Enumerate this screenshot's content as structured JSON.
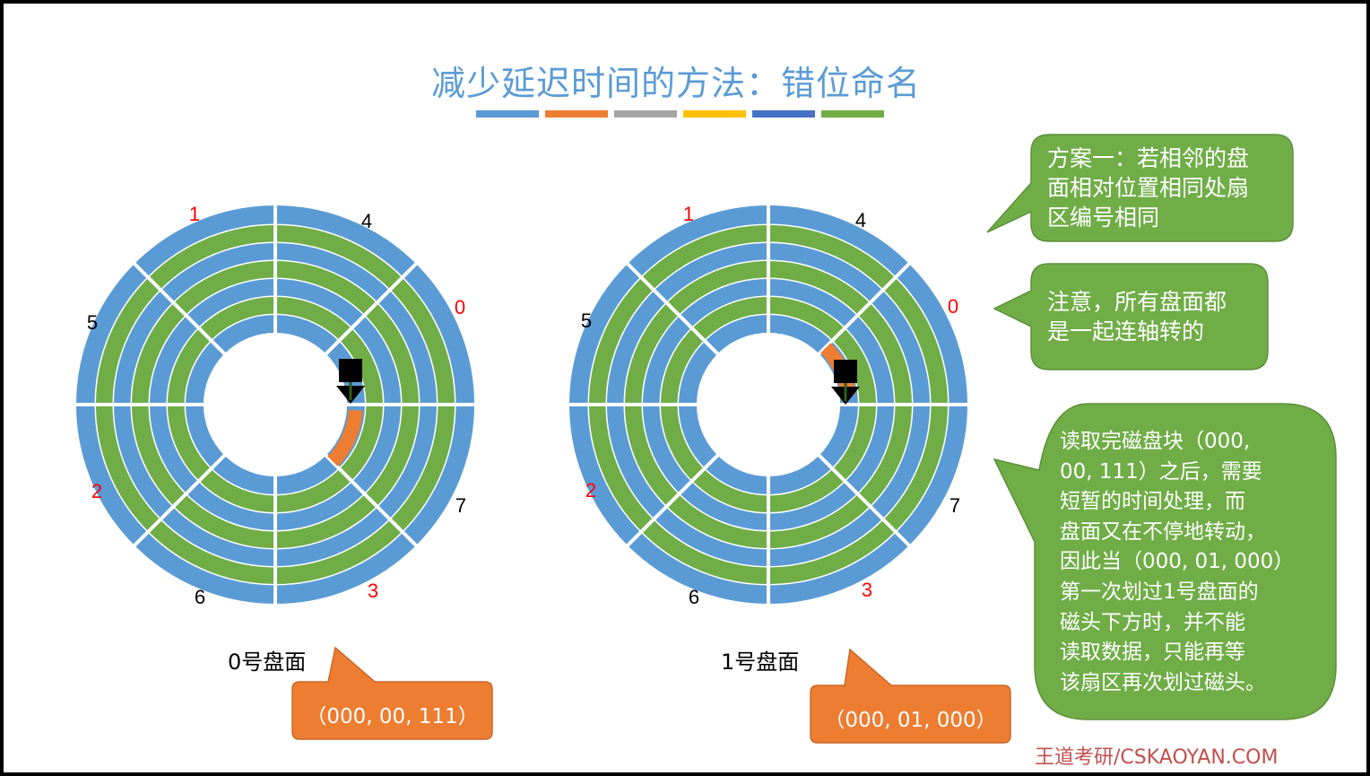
{
  "title": "减少延迟时间的方法：错位命名",
  "title_bar_colors": [
    "#5b9bd5",
    "#ed7d31",
    "#a5a5a5",
    "#ffc000",
    "#4472c4",
    "#70ad47"
  ],
  "colors": {
    "track_blue": "#5b9bd5",
    "track_green": "#70ad47",
    "highlight_orange": "#ed7d31",
    "label_red": "#ff0000",
    "label_black": "#000000",
    "bubble_green": "#70ad47",
    "bubble_orange": "#ed7d31"
  },
  "disks": [
    {
      "caption": "0号盘面",
      "sector_labels": [
        {
          "text": "0",
          "color": "red"
        },
        {
          "text": "1",
          "color": "red"
        },
        {
          "text": "2",
          "color": "red"
        },
        {
          "text": "3",
          "color": "red"
        },
        {
          "text": "4",
          "color": "black"
        },
        {
          "text": "5",
          "color": "black"
        },
        {
          "text": "6",
          "color": "black"
        },
        {
          "text": "7",
          "color": "black"
        }
      ],
      "address": "（000, 00, 111）"
    },
    {
      "caption": "1号盘面",
      "sector_labels": [
        {
          "text": "0",
          "color": "red"
        },
        {
          "text": "1",
          "color": "red"
        },
        {
          "text": "2",
          "color": "red"
        },
        {
          "text": "3",
          "color": "red"
        },
        {
          "text": "4",
          "color": "black"
        },
        {
          "text": "5",
          "color": "black"
        },
        {
          "text": "6",
          "color": "black"
        },
        {
          "text": "7",
          "color": "black"
        }
      ],
      "address": "（000, 01, 000）"
    }
  ],
  "callouts": [
    {
      "lines": [
        "方案一：若相邻的盘",
        "面相对位置相同处扇",
        "区编号相同"
      ]
    },
    {
      "lines": [
        "注意，所有盘面都",
        "是一起连轴转的"
      ]
    },
    {
      "lines": [
        "读取完磁盘块（000,",
        "00, 111）之后，需要",
        "短暂的时间处理，而",
        "盘面又在不停地转动，",
        "因此当（000, 01, 000）",
        "第一次划过1号盘面的",
        "磁头下方时，并不能",
        "读取数据，只能再等",
        "该扇区再次划过磁头。"
      ]
    }
  ],
  "watermark": "王道考研/CSKAOYAN.COM"
}
